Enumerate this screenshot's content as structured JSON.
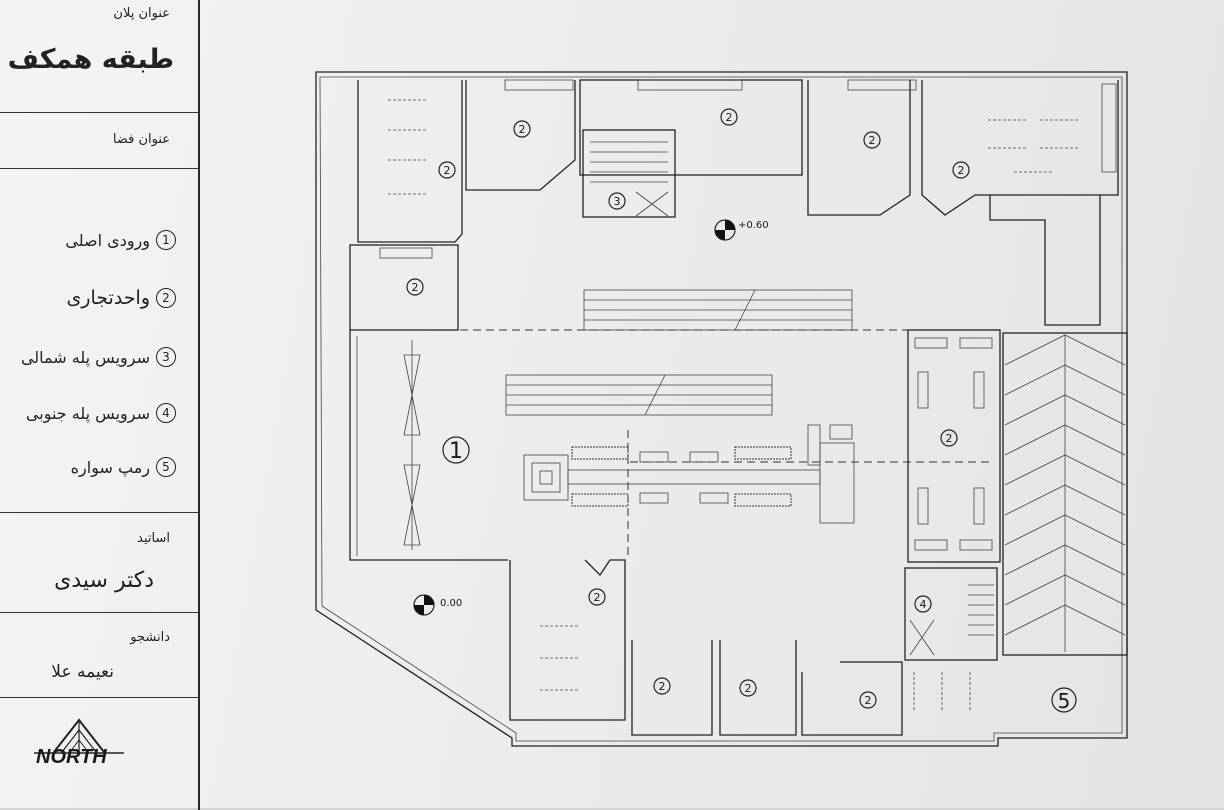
{
  "title_block": {
    "plan_title_label": "عنوان پلان",
    "plan_title": "طبقه همکف",
    "space_title_label": "عنوان فضا",
    "legend": [
      {
        "num": "1",
        "label": "ورودی اصلی"
      },
      {
        "num": "2",
        "label": "واحدتجاری"
      },
      {
        "num": "3",
        "label": "سرویس پله شمالی"
      },
      {
        "num": "4",
        "label": "سرویس پله جنوبی"
      },
      {
        "num": "5",
        "label": "رمپ سواره"
      }
    ],
    "instructors_label": "اساتید",
    "instructor": "دکتر سیدی",
    "student_label": "دانشجو",
    "student": "نعیمه علا",
    "north": "NORTH"
  },
  "plan": {
    "level_top": "+0.60",
    "level_bottom": "0.00",
    "space_numbers": [
      "1",
      "2",
      "3",
      "4",
      "5"
    ]
  }
}
